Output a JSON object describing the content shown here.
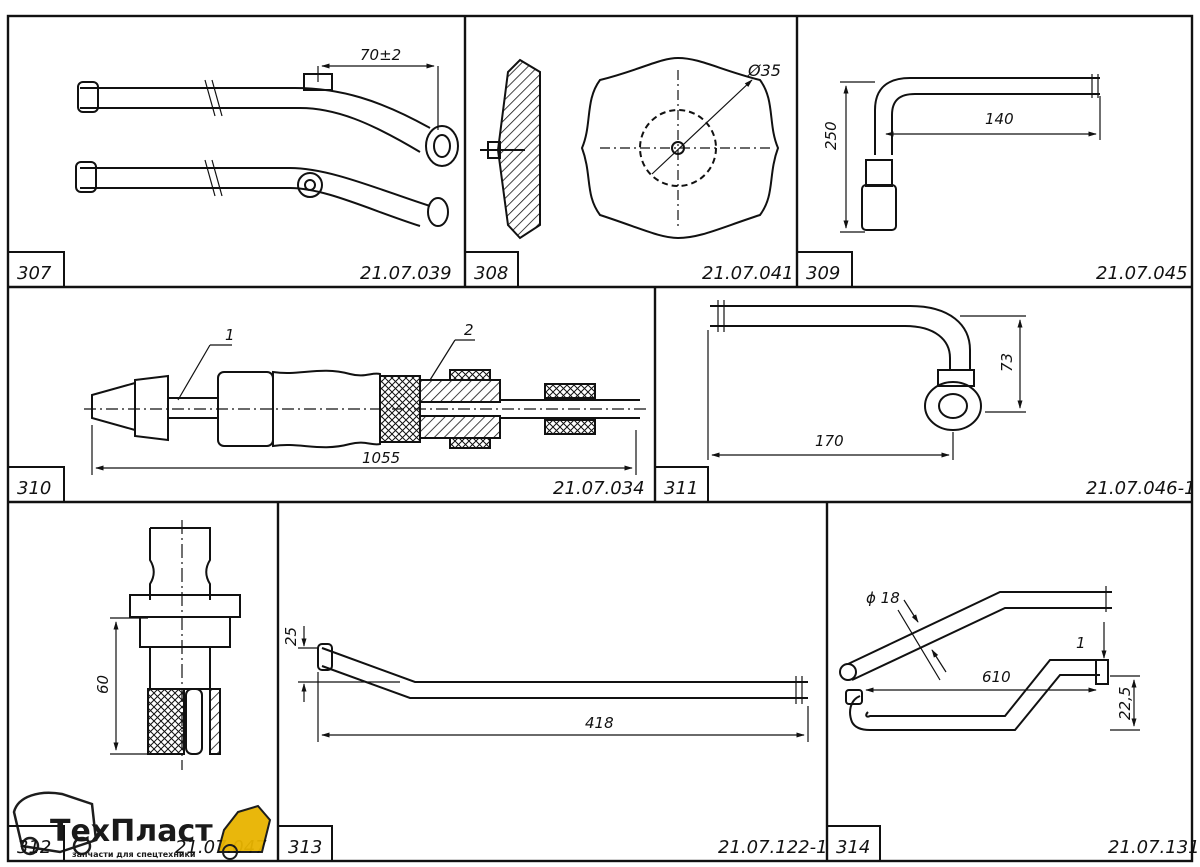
{
  "cells": [
    {
      "num": "307",
      "code": "21.07.039",
      "dims": [
        "70±2"
      ]
    },
    {
      "num": "308",
      "code": "21.07.041",
      "dims": [
        "Ø35"
      ]
    },
    {
      "num": "309",
      "code": "21.07.045",
      "dims": [
        "250",
        "140"
      ]
    },
    {
      "num": "310",
      "code": "21.07.034",
      "dims": [
        "1055",
        "1",
        "2"
      ]
    },
    {
      "num": "311",
      "code": "21.07.046-1",
      "dims": [
        "73",
        "170"
      ]
    },
    {
      "num": "312",
      "code": "21.07.047",
      "dims": [
        "60"
      ]
    },
    {
      "num": "313",
      "code": "21.07.122-1",
      "dims": [
        "25",
        "418"
      ]
    },
    {
      "num": "314",
      "code": "21.07.131",
      "dims": [
        "ϕ 18",
        "610",
        "1",
        "22,5"
      ]
    }
  ],
  "watermark": {
    "brand": "ТехПласт",
    "tagline": "запчасти для спецтехники",
    "colors": {
      "accent": "#e8b400",
      "text": "#1a1a1a"
    }
  }
}
